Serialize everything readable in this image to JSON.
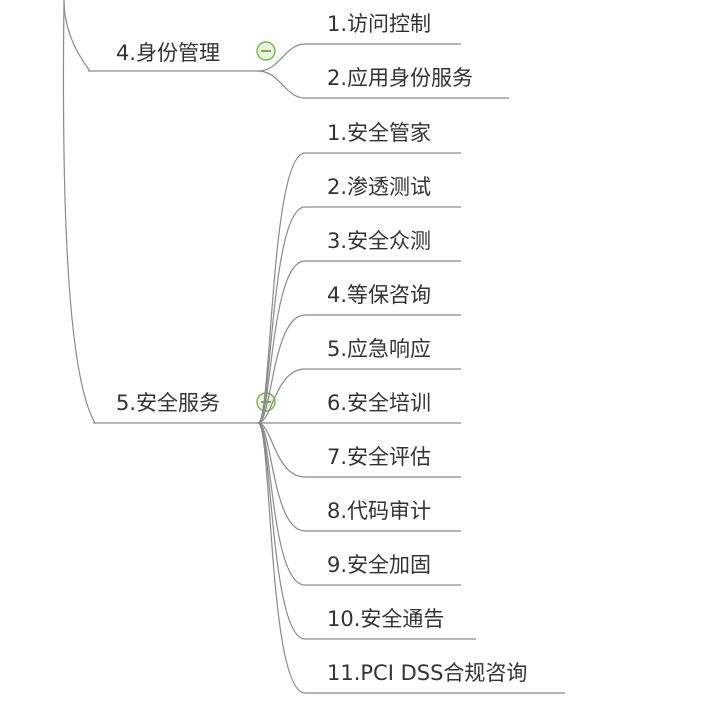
{
  "mindmap": {
    "branches": [
      {
        "label": "4.身份管理",
        "toggle_icon": "collapse-minus-icon",
        "children": [
          {
            "label": "1.访问控制"
          },
          {
            "label": "2.应用身份服务"
          }
        ]
      },
      {
        "label": "5.安全服务",
        "toggle_icon": "collapse-minus-icon",
        "children": [
          {
            "label": "1.安全管家"
          },
          {
            "label": "2.渗透测试"
          },
          {
            "label": "3.安全众测"
          },
          {
            "label": "4.等保咨询"
          },
          {
            "label": "5.应急响应"
          },
          {
            "label": "6.安全培训"
          },
          {
            "label": "7.安全评估"
          },
          {
            "label": "8.代码审计"
          },
          {
            "label": "9.安全加固"
          },
          {
            "label": "10.安全通告"
          },
          {
            "label": "11.PCI DSS合规咨询"
          }
        ]
      }
    ],
    "colors": {
      "line": "#8a8a8a",
      "text": "#333333",
      "toggle_fill": "#eaf5df",
      "toggle_stroke": "#7ab648"
    }
  }
}
